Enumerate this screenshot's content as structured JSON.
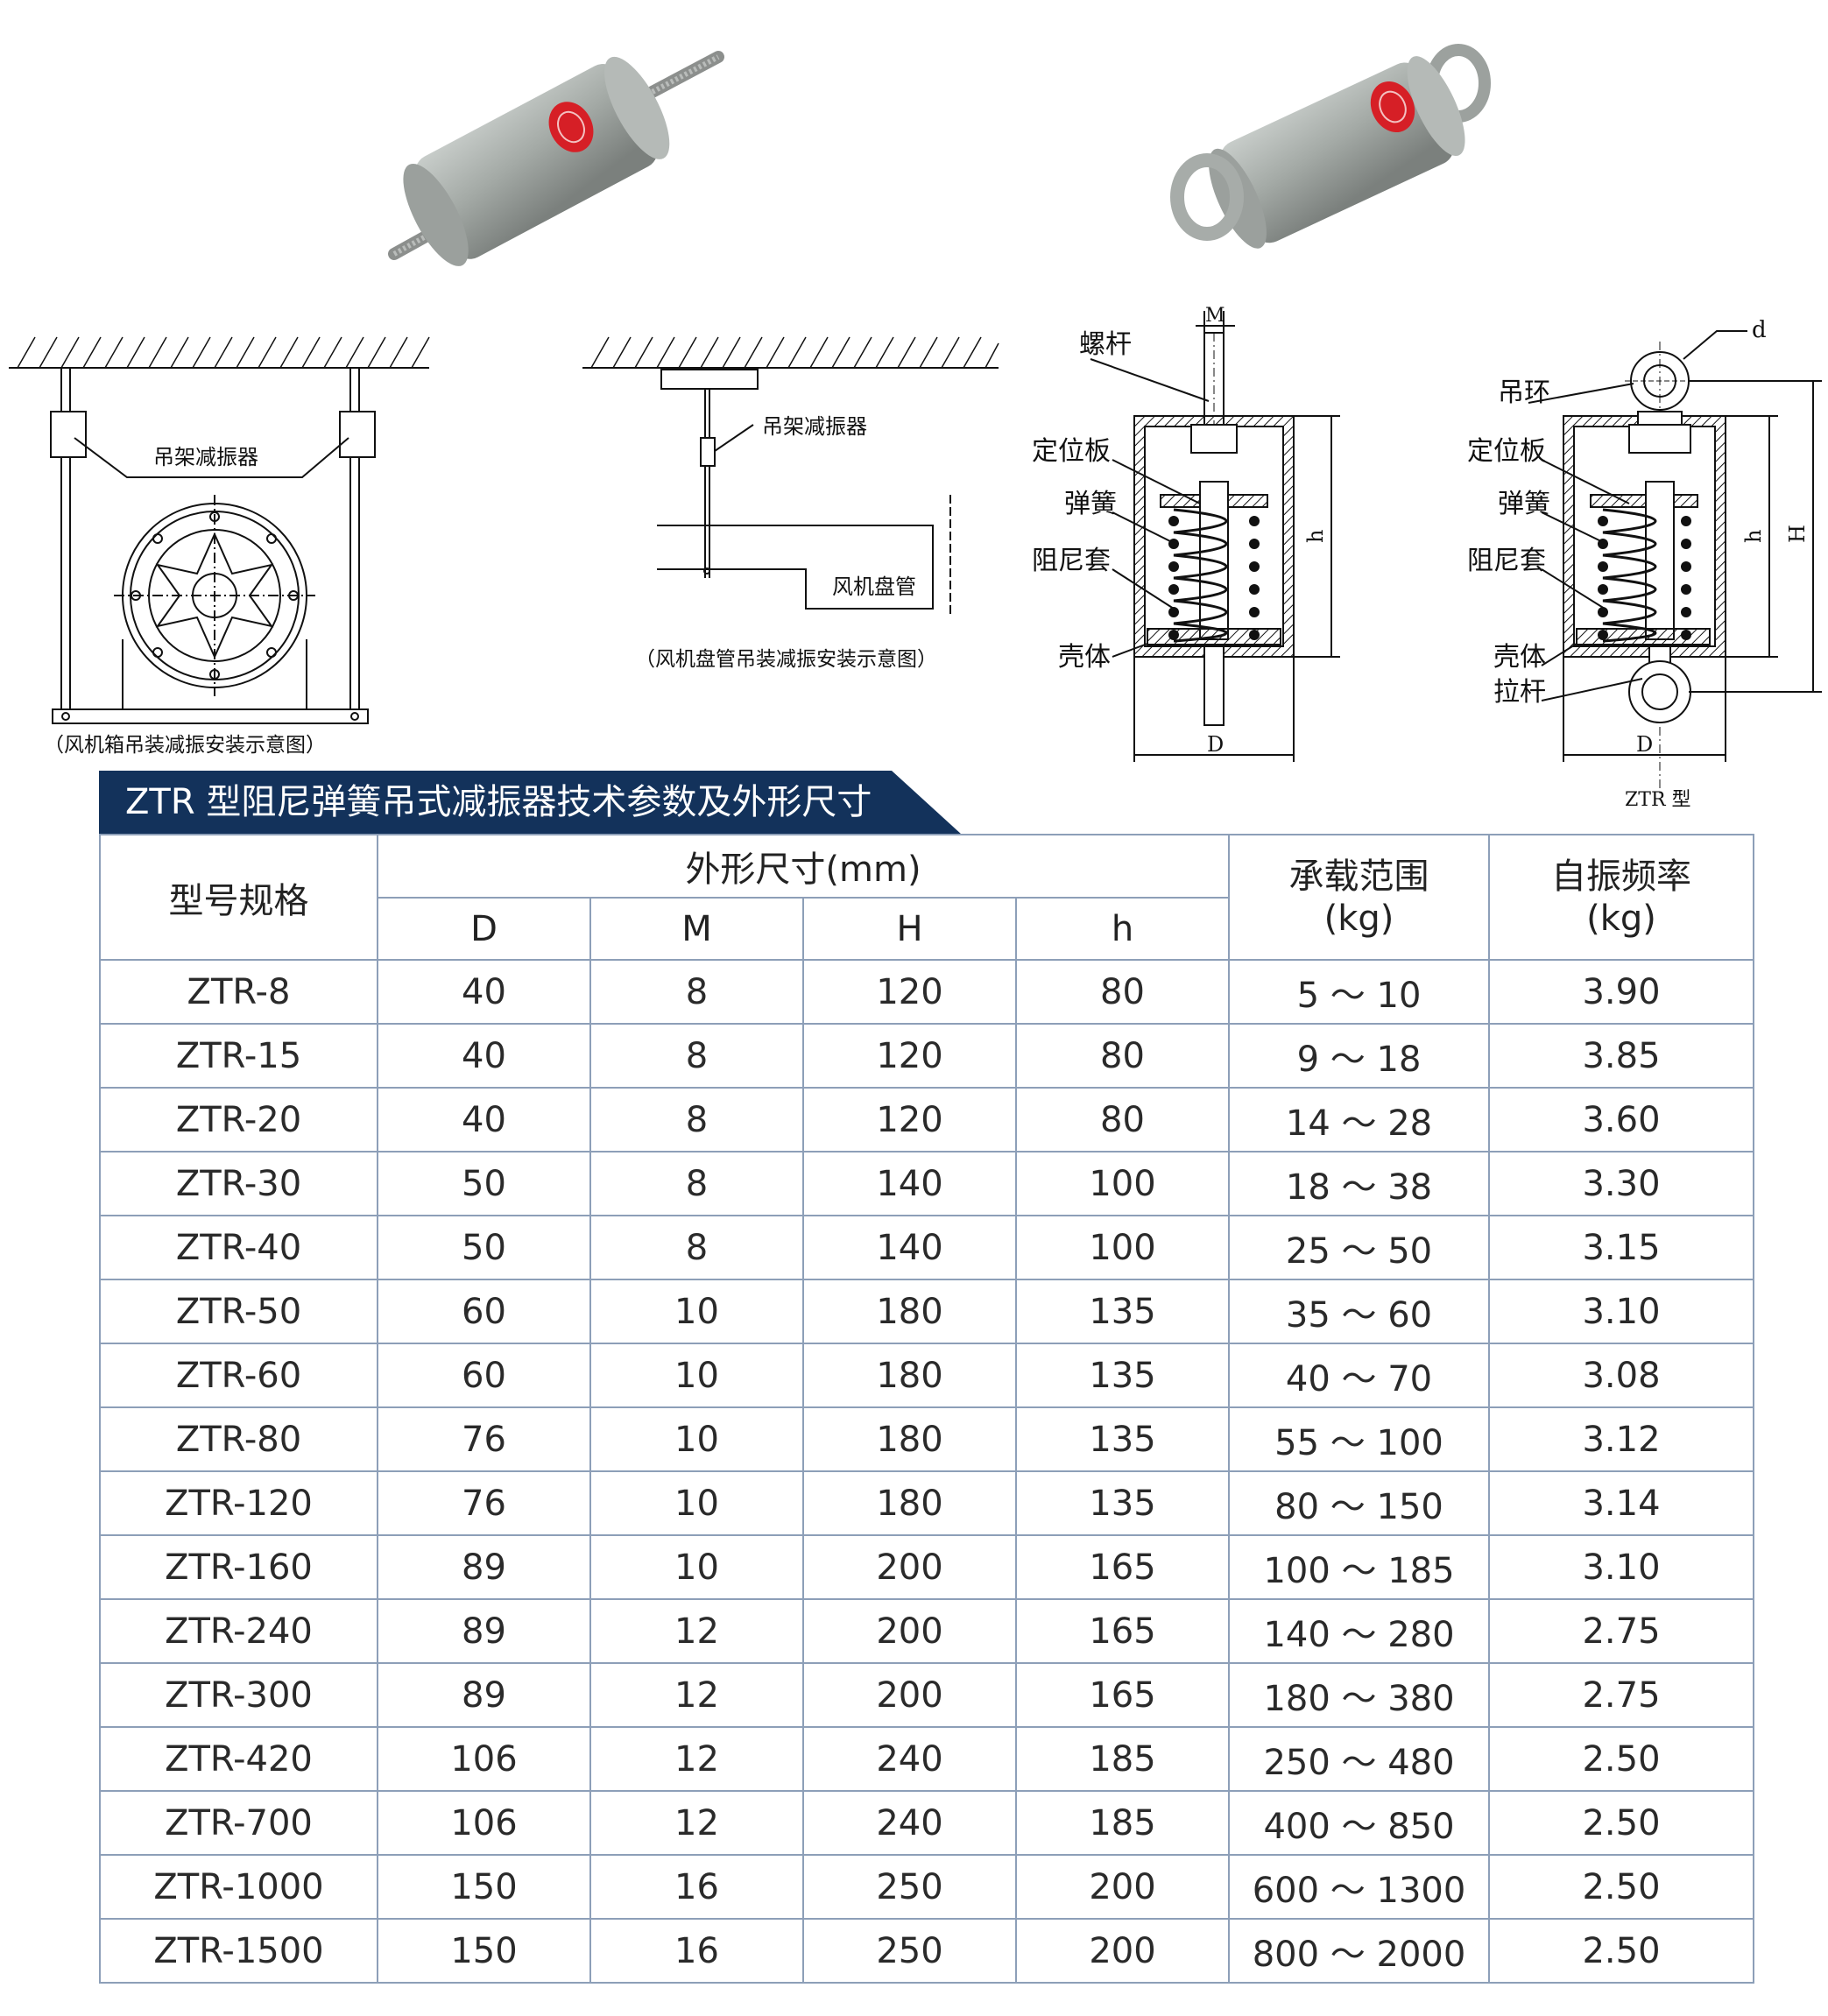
{
  "figures": {
    "fan_box": {
      "label_absorber": "吊架减振器",
      "caption": "（风机箱吊装减振安装示意图）"
    },
    "fan_coil": {
      "label_absorber": "吊架减振器",
      "label_coil": "风机盘管",
      "caption": "（风机盘管吊装减振安装示意图）"
    },
    "section_rod": {
      "rod": "螺杆",
      "plate": "定位板",
      "spring": "弹簧",
      "damper": "阻尼套",
      "shell": "壳体",
      "dim_m": "M",
      "dim_h": "h",
      "dim_d": "D"
    },
    "section_ring": {
      "ring": "吊环",
      "plate": "定位板",
      "spring": "弹簧",
      "damper": "阻尼套",
      "shell": "壳体",
      "pull_rod": "拉杆",
      "dim_small_d": "d",
      "dim_h": "h",
      "dim_H": "H",
      "dim_d": "D",
      "caption": "ZTR 型"
    }
  },
  "table": {
    "title": "ZTR 型阻尼弹簧吊式减振器技术参数及外形尺寸",
    "col_model": "型号规格",
    "col_dims": "外形尺寸(mm)",
    "sub_cols": [
      "D",
      "M",
      "H",
      "h"
    ],
    "col_load_1": "承载范围",
    "col_load_2": "(kg)",
    "col_freq_1": "自振频率",
    "col_freq_2": "(kg)",
    "rows": [
      [
        "ZTR-8",
        "40",
        "8",
        "120",
        "80",
        "5 ～ 10",
        "3.90"
      ],
      [
        "ZTR-15",
        "40",
        "8",
        "120",
        "80",
        "9 ～ 18",
        "3.85"
      ],
      [
        "ZTR-20",
        "40",
        "8",
        "120",
        "80",
        "14 ～ 28",
        "3.60"
      ],
      [
        "ZTR-30",
        "50",
        "8",
        "140",
        "100",
        "18 ～ 38",
        "3.30"
      ],
      [
        "ZTR-40",
        "50",
        "8",
        "140",
        "100",
        "25 ～ 50",
        "3.15"
      ],
      [
        "ZTR-50",
        "60",
        "10",
        "180",
        "135",
        "35 ～ 60",
        "3.10"
      ],
      [
        "ZTR-60",
        "60",
        "10",
        "180",
        "135",
        "40 ～ 70",
        "3.08"
      ],
      [
        "ZTR-80",
        "76",
        "10",
        "180",
        "135",
        "55 ～ 100",
        "3.12"
      ],
      [
        "ZTR-120",
        "76",
        "10",
        "180",
        "135",
        "80 ～ 150",
        "3.14"
      ],
      [
        "ZTR-160",
        "89",
        "10",
        "200",
        "165",
        "100 ～ 185",
        "3.10"
      ],
      [
        "ZTR-240",
        "89",
        "12",
        "200",
        "165",
        "140 ～ 280",
        "2.75"
      ],
      [
        "ZTR-300",
        "89",
        "12",
        "200",
        "165",
        "180 ～ 380",
        "2.75"
      ],
      [
        "ZTR-420",
        "106",
        "12",
        "240",
        "185",
        "250 ～ 480",
        "2.50"
      ],
      [
        "ZTR-700",
        "106",
        "12",
        "240",
        "185",
        "400 ～ 850",
        "2.50"
      ],
      [
        "ZTR-1000",
        "150",
        "16",
        "250",
        "200",
        "600 ～ 1300",
        "2.50"
      ],
      [
        "ZTR-1500",
        "150",
        "16",
        "250",
        "200",
        "800 ～ 2000",
        "2.50"
      ]
    ]
  },
  "colors": {
    "banner": "#13325b",
    "border": "#8d9fb8",
    "product_gray": "#a6aca8",
    "badge_red": "#d61f26"
  }
}
